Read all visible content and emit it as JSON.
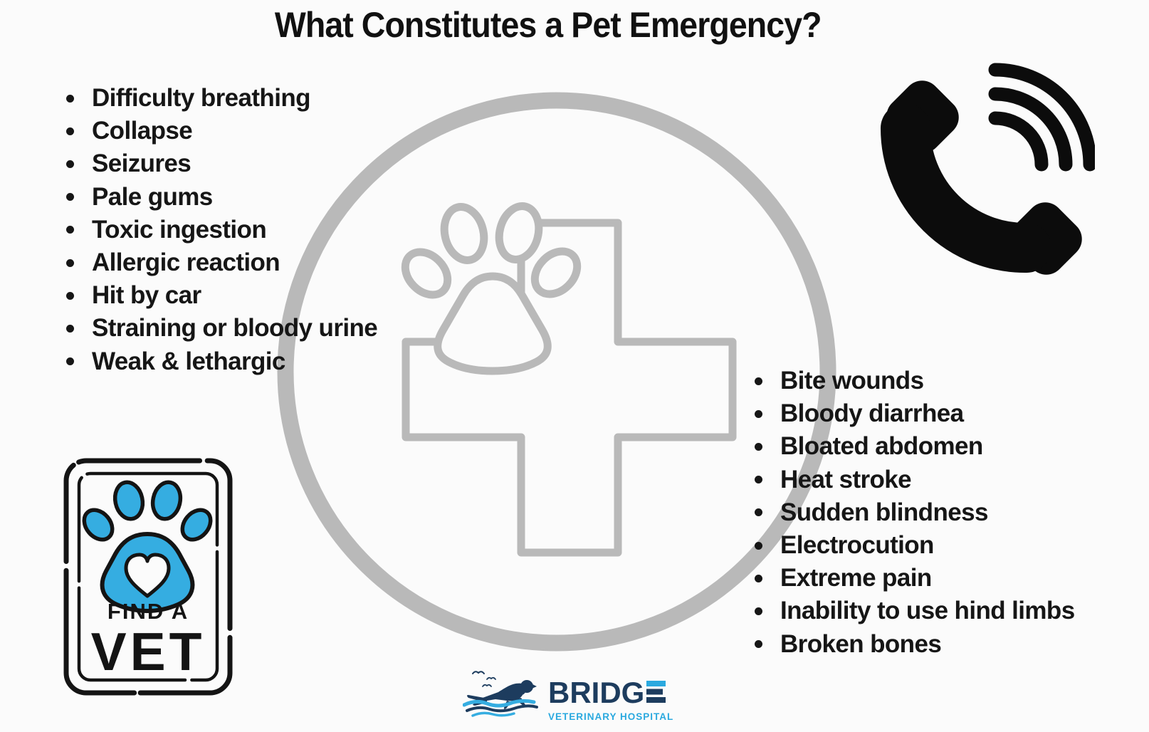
{
  "title": "What Constitutes a Pet Emergency?",
  "emergency_lists": {
    "left": [
      "Difficulty breathing",
      "Collapse",
      "Seizures",
      "Pale gums",
      "Toxic ingestion",
      "Allergic reaction",
      "Hit by car",
      "Straining or bloody urine",
      "Weak & lethargic"
    ],
    "right": [
      "Bite wounds",
      "Bloody diarrhea",
      "Bloated abdomen",
      "Heat stroke",
      "Sudden blindness",
      "Electrocution",
      "Extreme pain",
      "Inability to use hind limbs",
      "Broken bones"
    ]
  },
  "badge": {
    "line1": "FIND A",
    "line2": "VET"
  },
  "logo": {
    "brand": "BRIDGE",
    "brand_main": "BRIDG",
    "brand_last_letter": "E",
    "subtitle": "VETERINARY HOSPITAL"
  },
  "icons": {
    "center_graphic": "veterinary-cross-with-paw",
    "top_right": "phone-call-icon",
    "badge_graphic": "paw-with-heart-icon",
    "logo_graphic": "dog-over-waves-icon"
  },
  "colors": {
    "background": "#fbfbfb",
    "text": "#161616",
    "graphic_gray": "#b9b9b9",
    "icon_black": "#0c0c0c",
    "accent_blue": "#35ade1",
    "brand_navy": "#1d3c5e",
    "brand_cyan": "#2aa9df"
  }
}
